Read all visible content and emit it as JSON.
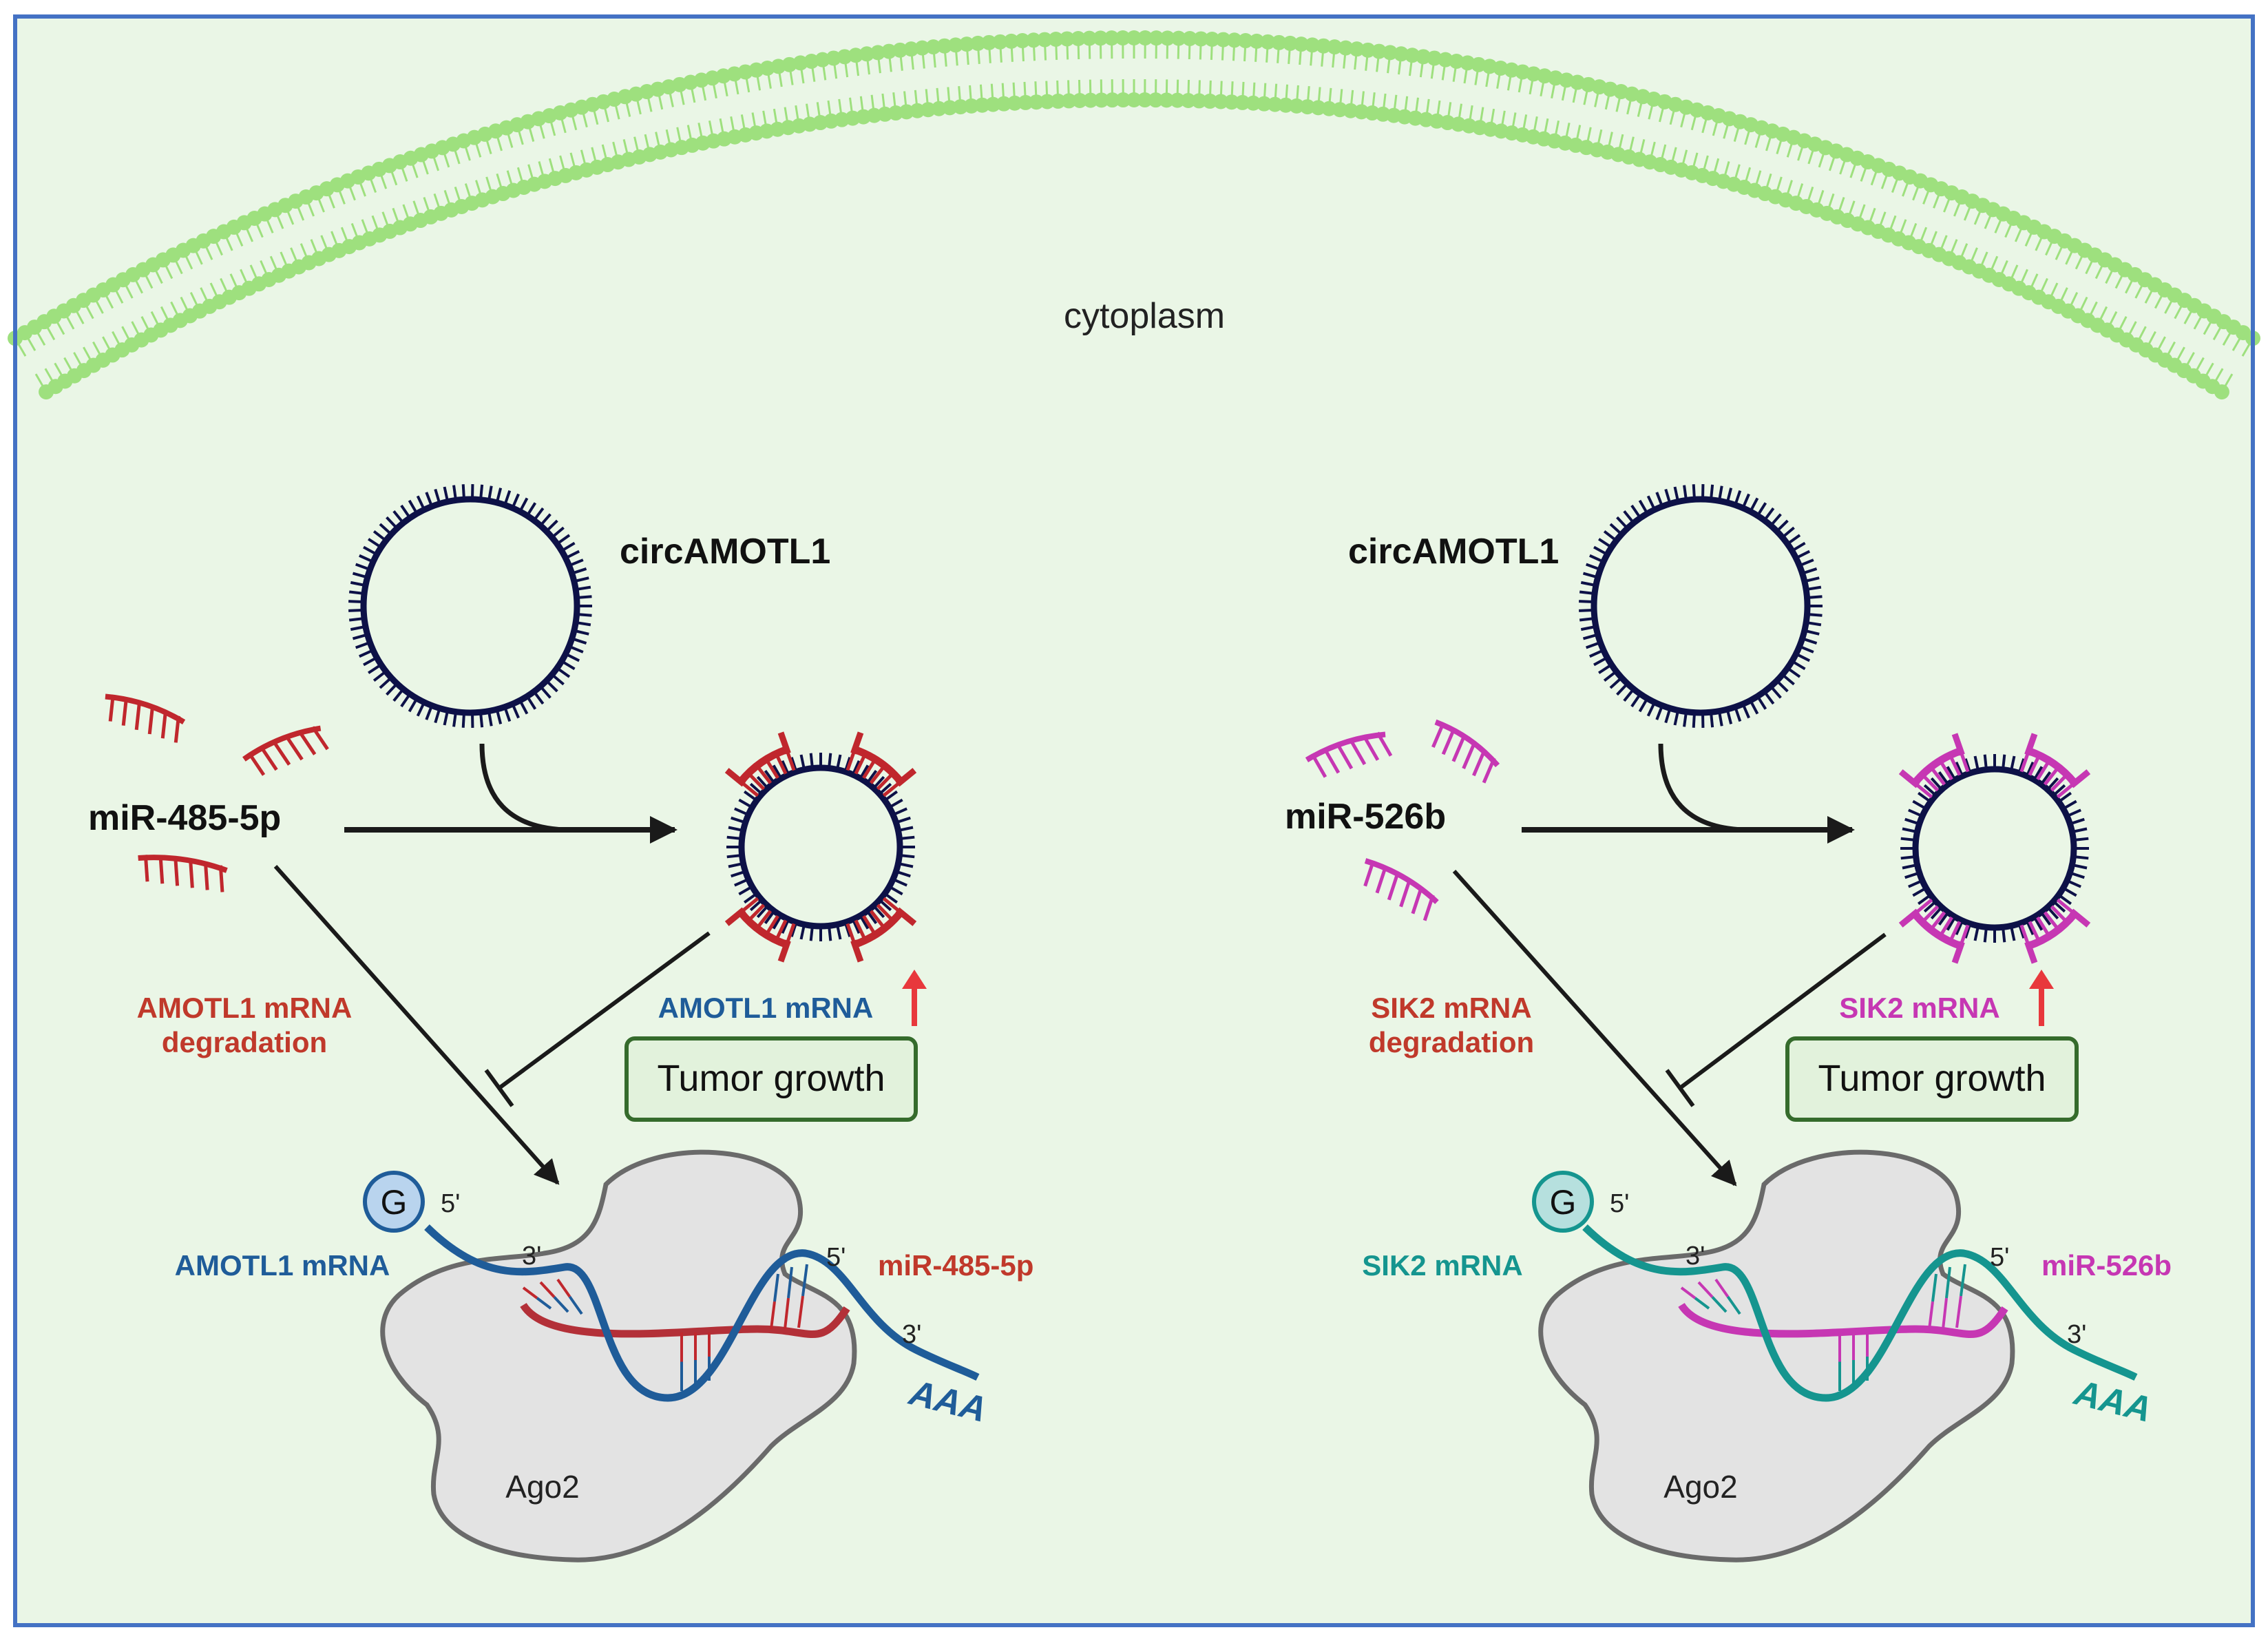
{
  "colors": {
    "frame": "#4472c4",
    "cytoplasm_fill": "#eaf6e6",
    "membrane": "#9ee07e",
    "circ_rna": "#0d1147",
    "mir485": "#c0272d",
    "mir526b": "#c637b3",
    "amotl1_mrna": "#1f5c99",
    "sik2_mrna": "#15958f",
    "degradation_text": "#c0392b",
    "up_arrow": "#e8383c",
    "tumor_box_border": "#356b2c",
    "tumor_box_fill": "#e2f2dc",
    "ago2_fill": "#e3e3e3",
    "ago2_stroke": "#6a6a6a",
    "cap_left": "#b9d4ee",
    "cap_right": "#b6e0de"
  },
  "labels": {
    "cytoplasm": "cytoplasm"
  },
  "panels": [
    {
      "circ_label": "circAMOTL1",
      "mirna_label": "miR-485-5p",
      "degradation_line1": "AMOTL1 mRNA",
      "degradation_line2": "degradation",
      "mrna_up_label": "AMOTL1 mRNA",
      "up_arrow": "↑",
      "tumor_label": "Tumor growth",
      "cap_letter": "G",
      "five_prime_cap": "5'",
      "mrna_label": "AMOTL1 mRNA",
      "three_prime_a": "3'",
      "five_prime_b": "5'",
      "mirna_duplex_label": "miR-485-5p",
      "three_prime_tail": "3'",
      "poly_a": "AAA",
      "ago2_label": "Ago2"
    },
    {
      "circ_label": "circAMOTL1",
      "mirna_label": "miR-526b",
      "degradation_line1": "SIK2 mRNA",
      "degradation_line2": "degradation",
      "mrna_up_label": "SIK2 mRNA",
      "up_arrow": "↑",
      "tumor_label": "Tumor growth",
      "cap_letter": "G",
      "five_prime_cap": "5'",
      "mrna_label": "SIK2 mRNA",
      "three_prime_a": "3'",
      "five_prime_b": "5'",
      "mirna_duplex_label": "miR-526b",
      "three_prime_tail": "3'",
      "poly_a": "AAA",
      "ago2_label": "Ago2"
    }
  ]
}
